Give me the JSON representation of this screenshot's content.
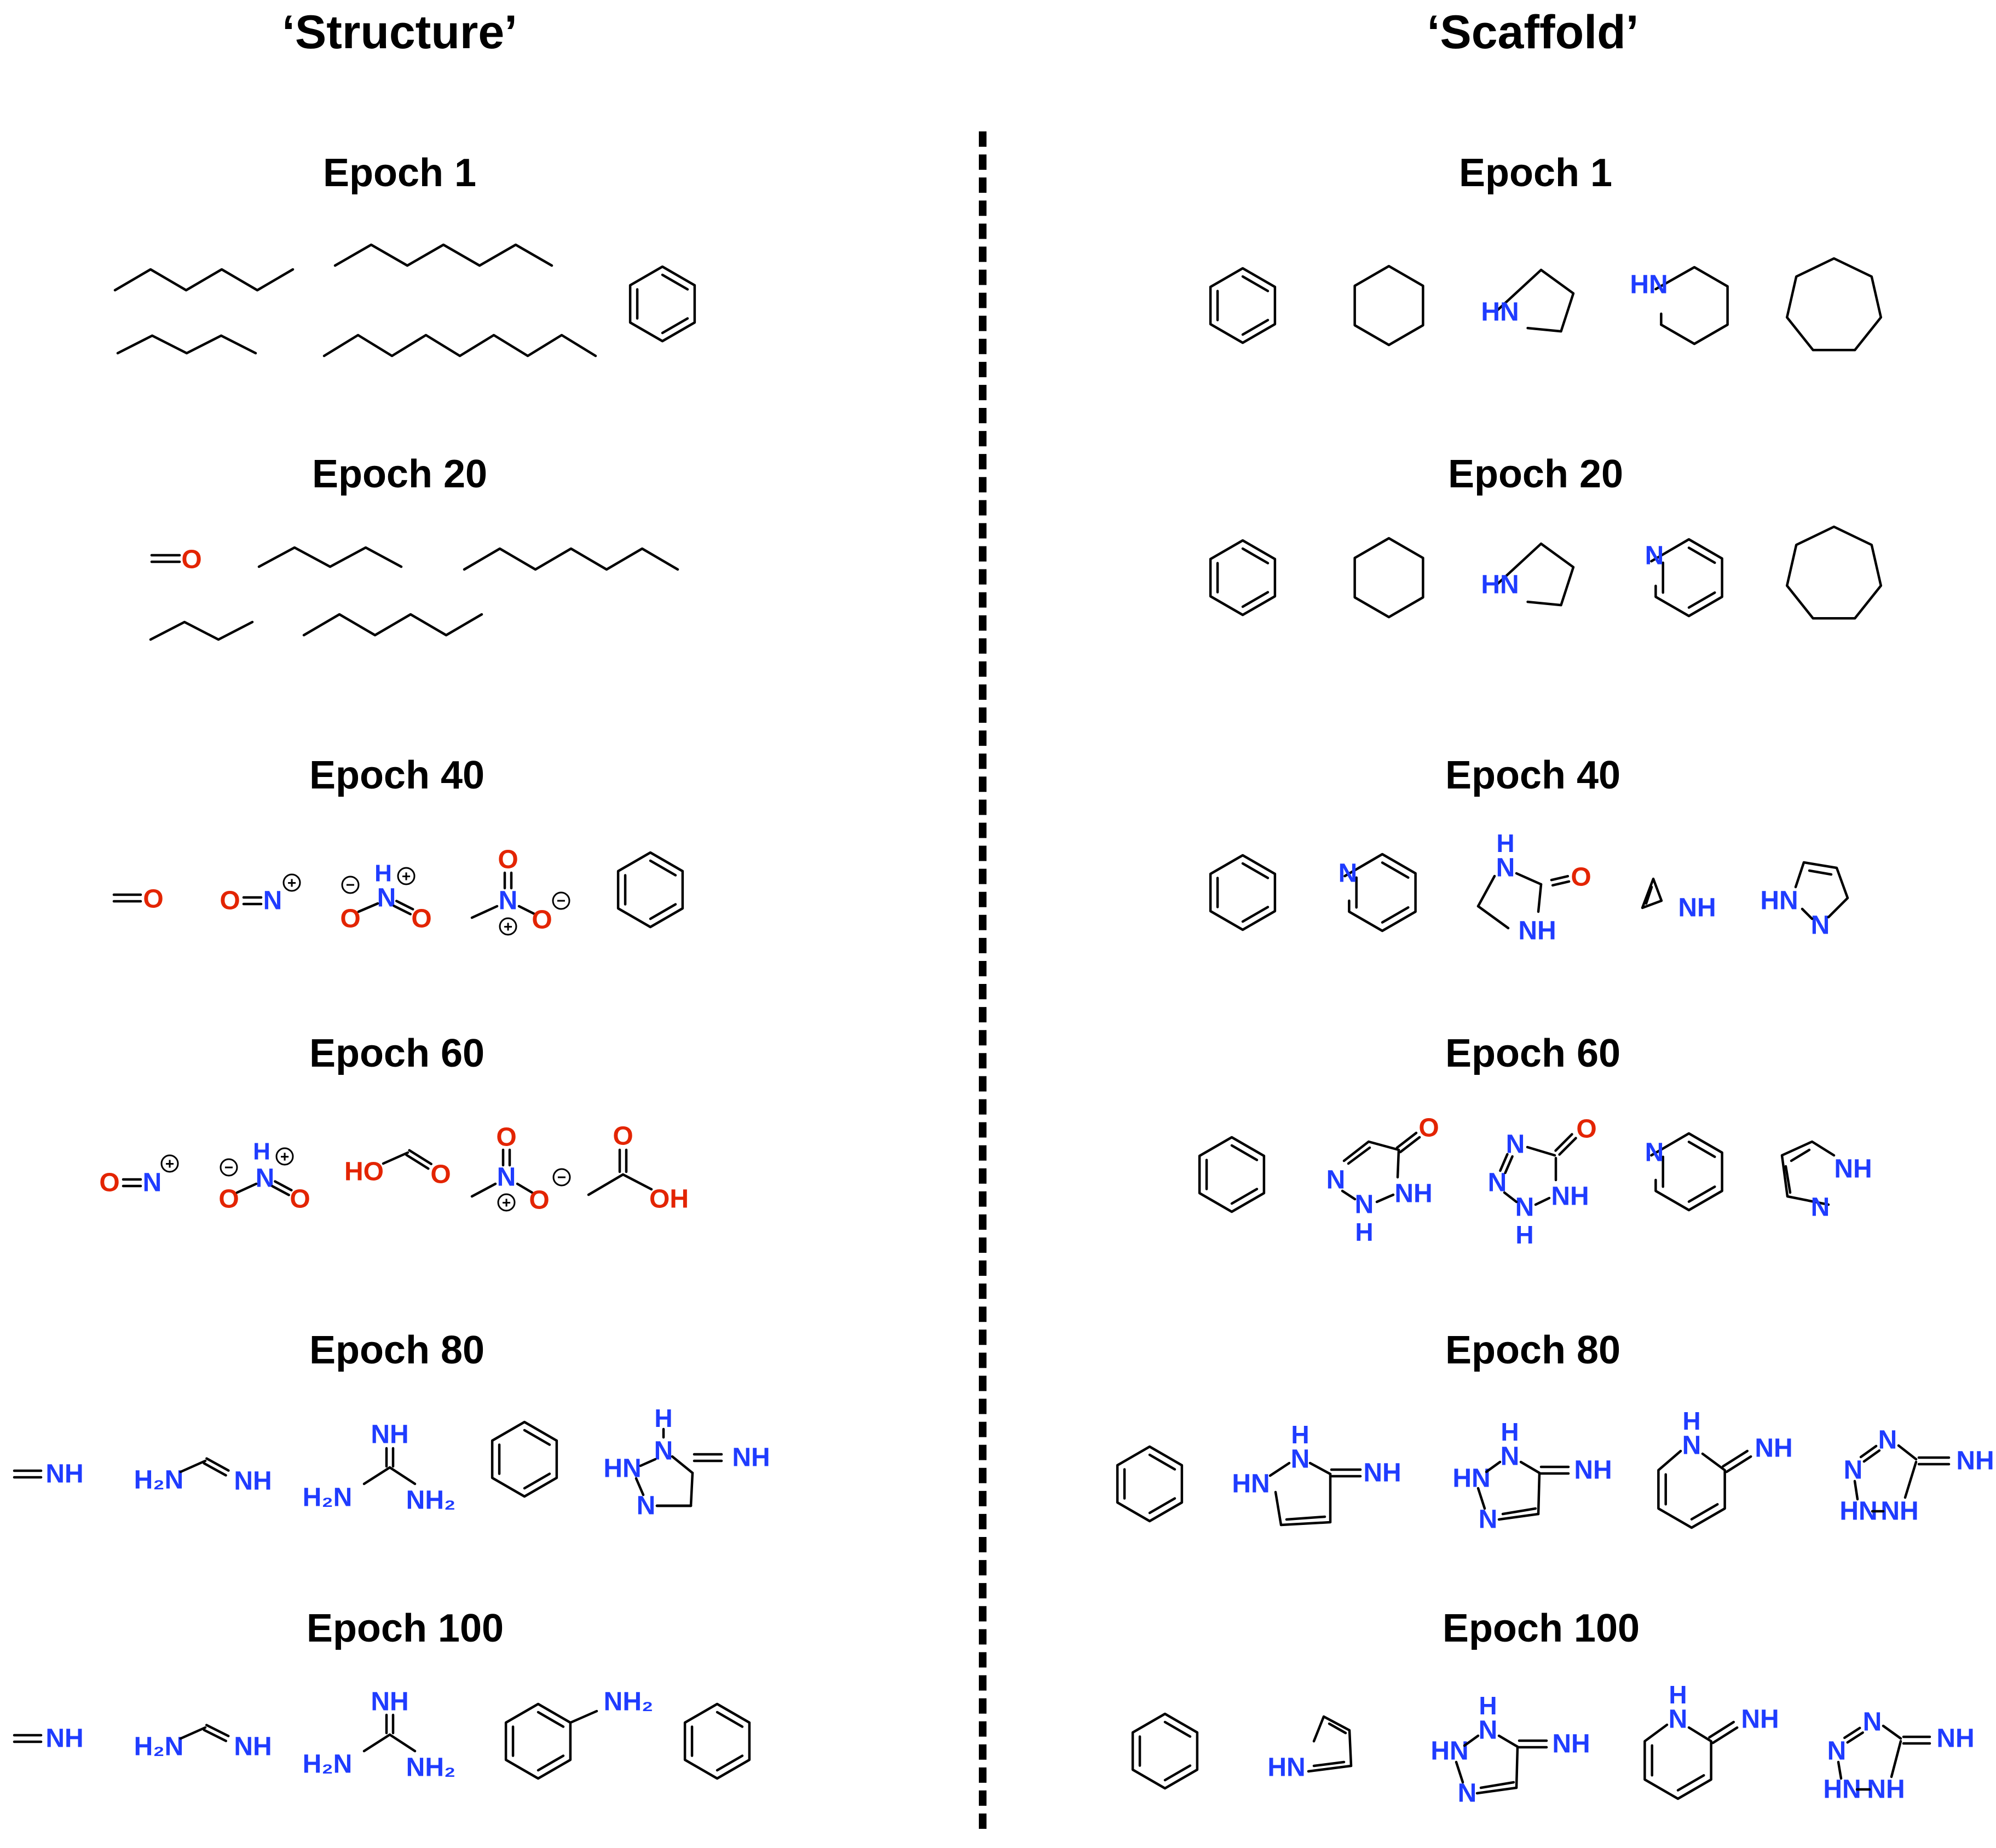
{
  "columns": {
    "left_title": "‘Structure’",
    "right_title": "‘Scaffold’"
  },
  "epochs": [
    "Epoch 1",
    "Epoch 20",
    "Epoch 40",
    "Epoch 60",
    "Epoch 80",
    "Epoch 100"
  ],
  "colors": {
    "nitrogen": "#1f3cff",
    "oxygen": "#e32400",
    "bond": "#000000"
  },
  "labels": {
    "O": "O",
    "N": "N",
    "H": "H",
    "NH": "NH",
    "HN": "HN",
    "HO": "HO",
    "OH": "OH",
    "H2N": "H₂N",
    "NH2": "NH₂",
    "plus": "+",
    "minus": "−"
  }
}
